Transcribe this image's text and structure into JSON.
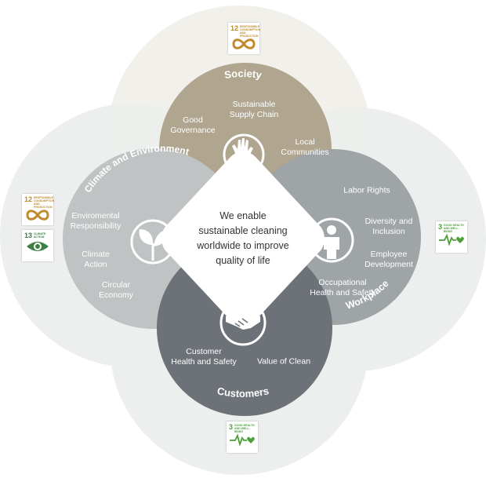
{
  "center": {
    "text": "We enable\nsustainable cleaning\nworldwide to improve\nquality of life"
  },
  "colors": {
    "society": "#b0a58e",
    "climate": "#bfc3c4",
    "workplace": "#9fa4a7",
    "customers": "#6c7277",
    "outer": "#eef0ef",
    "outer_top": "#f1f0ea",
    "sdg12": "#bf8b2e",
    "sdg13": "#3f7e44",
    "sdg3": "#4c9f38"
  },
  "petals": {
    "society": {
      "title": "Society",
      "icon": "raised-hands-icon",
      "items": [
        "Sustainable\nSupply Chain",
        "Good\nGovernance",
        "Local\nCommunities"
      ]
    },
    "climate": {
      "title": "Climate and Environment",
      "icon": "leaf-sprout-icon",
      "items": [
        "Enviromental\nResponsibility",
        "Climate\nAction",
        "Circular\nEconomy"
      ]
    },
    "workplace": {
      "title": "Workplace",
      "icon": "person-icon",
      "items": [
        "Labor Rights",
        "Diversity and\nInclusion",
        "Employee\nDevelopment",
        "Occupational\nHealth and Safety"
      ]
    },
    "customers": {
      "title": "Customers",
      "icon": "handshake-icon",
      "items": [
        "Customer\nHealth and Safety",
        "Value of Clean"
      ]
    }
  },
  "sdg_badges": {
    "top": {
      "number": "12",
      "text": "RESPONSIBLE CONSUMPTION AND PRODUCTION",
      "icon": "infinity-icon"
    },
    "left_12": {
      "number": "12",
      "text": "RESPONSIBLE CONSUMPTION AND PRODUCTION",
      "icon": "infinity-icon"
    },
    "left_13": {
      "number": "13",
      "text": "CLIMATE ACTION",
      "icon": "eye-earth-icon"
    },
    "right": {
      "number": "3",
      "text": "GOOD HEALTH AND WELL-BEING",
      "icon": "heartbeat-icon"
    },
    "bottom": {
      "number": "3",
      "text": "GOOD HEALTH AND WELL-BEING",
      "icon": "heartbeat-icon"
    }
  }
}
